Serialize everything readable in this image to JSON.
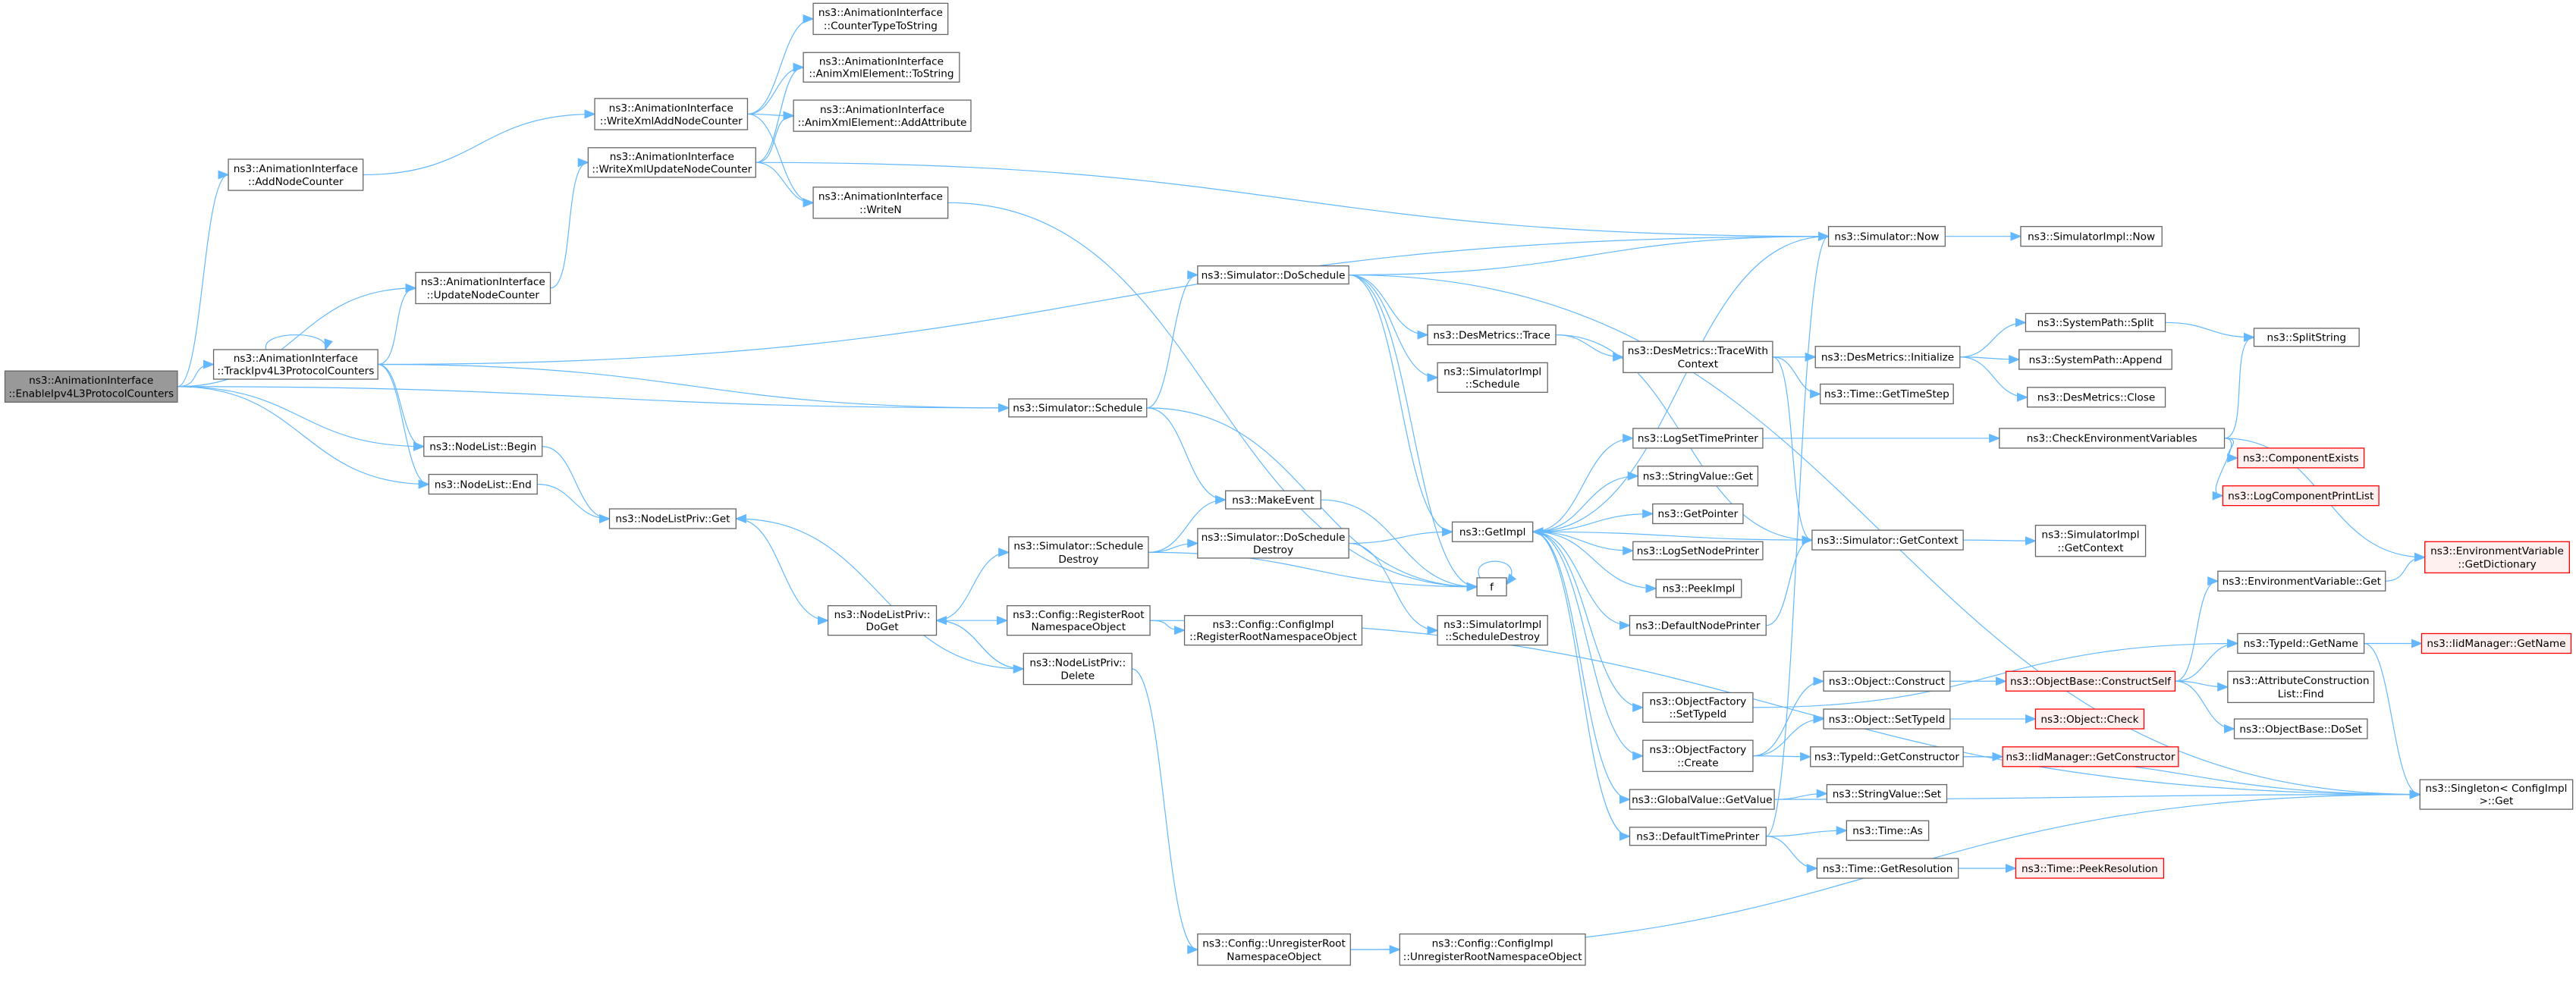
{
  "colors": {
    "edge": "#63b8ff",
    "root_fill": "#999999",
    "node_border": "#666666",
    "truncated_border": "#ff0000",
    "truncated_fill": "#fff0f0"
  },
  "graph": {
    "nodes": [
      {
        "id": "main",
        "lines": [
          "ns3::AnimationInterface",
          "::EnableIpv4L3ProtocolCounters"
        ],
        "style": "root"
      },
      {
        "id": "addNodeCounter",
        "lines": [
          "ns3::AnimationInterface",
          "::AddNodeCounter"
        ],
        "style": "normal"
      },
      {
        "id": "track",
        "lines": [
          "ns3::AnimationInterface",
          "::TrackIpv4L3ProtocolCounters"
        ],
        "style": "normal"
      },
      {
        "id": "updateNodeCounter",
        "lines": [
          "ns3::AnimationInterface",
          "::UpdateNodeCounter"
        ],
        "style": "normal"
      },
      {
        "id": "writeXmlAdd",
        "lines": [
          "ns3::AnimationInterface",
          "::WriteXmlAddNodeCounter"
        ],
        "style": "normal"
      },
      {
        "id": "writeXmlUpdate",
        "lines": [
          "ns3::AnimationInterface",
          "::WriteXmlUpdateNodeCounter"
        ],
        "style": "normal"
      },
      {
        "id": "counterTypeToString",
        "lines": [
          "ns3::AnimationInterface",
          "::CounterTypeToString"
        ],
        "style": "normal"
      },
      {
        "id": "animToString",
        "lines": [
          "ns3::AnimationInterface",
          "::AnimXmlElement::ToString"
        ],
        "style": "normal"
      },
      {
        "id": "addAttribute",
        "lines": [
          "ns3::AnimationInterface",
          "::AnimXmlElement::AddAttribute"
        ],
        "style": "normal"
      },
      {
        "id": "writeN",
        "lines": [
          "ns3::AnimationInterface",
          "::WriteN"
        ],
        "style": "normal"
      },
      {
        "id": "begin",
        "lines": [
          "ns3::NodeList::Begin"
        ],
        "style": "normal"
      },
      {
        "id": "end",
        "lines": [
          "ns3::NodeList::End"
        ],
        "style": "normal"
      },
      {
        "id": "nlpGet",
        "lines": [
          "ns3::NodeListPriv::Get"
        ],
        "style": "normal"
      },
      {
        "id": "schedule",
        "lines": [
          "ns3::Simulator::Schedule"
        ],
        "style": "normal"
      },
      {
        "id": "doGet",
        "lines": [
          "ns3::NodeListPriv::",
          "DoGet"
        ],
        "style": "normal"
      },
      {
        "id": "scheduleDestroy",
        "lines": [
          "ns3::Simulator::Schedule",
          "Destroy"
        ],
        "style": "normal"
      },
      {
        "id": "registerRoot",
        "lines": [
          "ns3::Config::RegisterRoot",
          "NamespaceObject"
        ],
        "style": "normal"
      },
      {
        "id": "deleteNode",
        "lines": [
          "ns3::NodeListPriv::",
          "Delete"
        ],
        "style": "normal"
      },
      {
        "id": "configImplRegister",
        "lines": [
          "ns3::Config::ConfigImpl",
          "::RegisterRootNamespaceObject"
        ],
        "style": "normal"
      },
      {
        "id": "unregisterRoot",
        "lines": [
          "ns3::Config::UnregisterRoot",
          "NamespaceObject"
        ],
        "style": "normal"
      },
      {
        "id": "configImplUnregister",
        "lines": [
          "ns3::Config::ConfigImpl",
          "::UnregisterRootNamespaceObject"
        ],
        "style": "normal"
      },
      {
        "id": "doSchedule",
        "lines": [
          "ns3::Simulator::DoSchedule"
        ],
        "style": "normal"
      },
      {
        "id": "desTrace",
        "lines": [
          "ns3::DesMetrics::Trace"
        ],
        "style": "normal"
      },
      {
        "id": "simImplSchedule",
        "lines": [
          "ns3::SimulatorImpl",
          "::Schedule"
        ],
        "style": "normal"
      },
      {
        "id": "makeEvent",
        "lines": [
          "ns3::MakeEvent"
        ],
        "style": "normal"
      },
      {
        "id": "doScheduleDestroy",
        "lines": [
          "ns3::Simulator::DoSchedule",
          "Destroy"
        ],
        "style": "normal"
      },
      {
        "id": "getImpl",
        "lines": [
          "ns3::GetImpl"
        ],
        "style": "normal"
      },
      {
        "id": "f",
        "lines": [
          "f"
        ],
        "style": "normal"
      },
      {
        "id": "simImplScheduleDestroy",
        "lines": [
          "ns3::SimulatorImpl",
          "::ScheduleDestroy"
        ],
        "style": "normal"
      },
      {
        "id": "now",
        "lines": [
          "ns3::Simulator::Now"
        ],
        "style": "normal"
      },
      {
        "id": "simImplNow",
        "lines": [
          "ns3::SimulatorImpl::Now"
        ],
        "style": "normal"
      },
      {
        "id": "traceWithContext",
        "lines": [
          "ns3::DesMetrics::TraceWith",
          "Context"
        ],
        "style": "normal"
      },
      {
        "id": "initialize",
        "lines": [
          "ns3::DesMetrics::Initialize"
        ],
        "style": "normal"
      },
      {
        "id": "getTimeStep",
        "lines": [
          "ns3::Time::GetTimeStep"
        ],
        "style": "normal"
      },
      {
        "id": "split",
        "lines": [
          "ns3::SystemPath::Split"
        ],
        "style": "normal"
      },
      {
        "id": "append",
        "lines": [
          "ns3::SystemPath::Append"
        ],
        "style": "normal"
      },
      {
        "id": "close",
        "lines": [
          "ns3::DesMetrics::Close"
        ],
        "style": "normal"
      },
      {
        "id": "splitString",
        "lines": [
          "ns3::SplitString"
        ],
        "style": "normal"
      },
      {
        "id": "logSetTimePrinter",
        "lines": [
          "ns3::LogSetTimePrinter"
        ],
        "style": "normal"
      },
      {
        "id": "stringValueGet",
        "lines": [
          "ns3::StringValue::Get"
        ],
        "style": "normal"
      },
      {
        "id": "getPointer",
        "lines": [
          "ns3::GetPointer"
        ],
        "style": "normal"
      },
      {
        "id": "logSetNodePrinter",
        "lines": [
          "ns3::LogSetNodePrinter"
        ],
        "style": "normal"
      },
      {
        "id": "peekImpl",
        "lines": [
          "ns3::PeekImpl"
        ],
        "style": "normal"
      },
      {
        "id": "defaultNodePrinter",
        "lines": [
          "ns3::DefaultNodePrinter"
        ],
        "style": "normal"
      },
      {
        "id": "checkEnv",
        "lines": [
          "ns3::CheckEnvironmentVariables"
        ],
        "style": "normal"
      },
      {
        "id": "componentExists",
        "lines": [
          "ns3::ComponentExists"
        ],
        "style": "truncated"
      },
      {
        "id": "logComponentPrintList",
        "lines": [
          "ns3::LogComponentPrintList"
        ],
        "style": "truncated"
      },
      {
        "id": "getContext",
        "lines": [
          "ns3::Simulator::GetContext"
        ],
        "style": "normal"
      },
      {
        "id": "simImplGetContext",
        "lines": [
          "ns3::SimulatorImpl",
          "::GetContext"
        ],
        "style": "normal"
      },
      {
        "id": "getDictionary",
        "lines": [
          "ns3::EnvironmentVariable",
          "::GetDictionary"
        ],
        "style": "truncated"
      },
      {
        "id": "envGet",
        "lines": [
          "ns3::EnvironmentVariable::Get"
        ],
        "style": "normal"
      },
      {
        "id": "typeIdGetName",
        "lines": [
          "ns3::TypeId::GetName"
        ],
        "style": "normal"
      },
      {
        "id": "iidGetName",
        "lines": [
          "ns3::IidManager::GetName"
        ],
        "style": "truncated"
      },
      {
        "id": "objectConstruct",
        "lines": [
          "ns3::Object::Construct"
        ],
        "style": "normal"
      },
      {
        "id": "constructSelf",
        "lines": [
          "ns3::ObjectBase::ConstructSelf"
        ],
        "style": "truncated"
      },
      {
        "id": "attrFind",
        "lines": [
          "ns3::AttributeConstruction",
          "List::Find"
        ],
        "style": "normal"
      },
      {
        "id": "doSet",
        "lines": [
          "ns3::ObjectBase::DoSet"
        ],
        "style": "normal"
      },
      {
        "id": "ofSetTypeId",
        "lines": [
          "ns3::ObjectFactory",
          "::SetTypeId"
        ],
        "style": "normal"
      },
      {
        "id": "objectSetTypeId",
        "lines": [
          "ns3::Object::SetTypeId"
        ],
        "style": "normal"
      },
      {
        "id": "objectCheck",
        "lines": [
          "ns3::Object::Check"
        ],
        "style": "truncated"
      },
      {
        "id": "ofCreate",
        "lines": [
          "ns3::ObjectFactory",
          "::Create"
        ],
        "style": "normal"
      },
      {
        "id": "getConstructor",
        "lines": [
          "ns3::TypeId::GetConstructor"
        ],
        "style": "normal"
      },
      {
        "id": "iidGetConstructor",
        "lines": [
          "ns3::IidManager::GetConstructor"
        ],
        "style": "truncated"
      },
      {
        "id": "globalGetValue",
        "lines": [
          "ns3::GlobalValue::GetValue"
        ],
        "style": "normal"
      },
      {
        "id": "stringValueSet",
        "lines": [
          "ns3::StringValue::Set"
        ],
        "style": "normal"
      },
      {
        "id": "defaultTimePrinter",
        "lines": [
          "ns3::DefaultTimePrinter"
        ],
        "style": "normal"
      },
      {
        "id": "timeAs",
        "lines": [
          "ns3::Time::As"
        ],
        "style": "normal"
      },
      {
        "id": "getResolution",
        "lines": [
          "ns3::Time::GetResolution"
        ],
        "style": "normal"
      },
      {
        "id": "peekResolution",
        "lines": [
          "ns3::Time::PeekResolution"
        ],
        "style": "truncated"
      },
      {
        "id": "singletonGet",
        "lines": [
          "ns3::Singleton< ConfigImpl",
          "&gt;::Get"
        ],
        "style": "normal"
      }
    ],
    "edges": [
      [
        "main",
        "addNodeCounter"
      ],
      [
        "main",
        "updateNodeCounter"
      ],
      [
        "main",
        "track"
      ],
      [
        "main",
        "schedule"
      ],
      [
        "main",
        "begin"
      ],
      [
        "main",
        "end"
      ],
      [
        "track",
        "track"
      ],
      [
        "track",
        "updateNodeCounter"
      ],
      [
        "track",
        "now"
      ],
      [
        "track",
        "schedule"
      ],
      [
        "track",
        "begin"
      ],
      [
        "track",
        "end"
      ],
      [
        "addNodeCounter",
        "writeXmlAdd"
      ],
      [
        "updateNodeCounter",
        "writeXmlUpdate"
      ],
      [
        "writeXmlAdd",
        "counterTypeToString"
      ],
      [
        "writeXmlAdd",
        "animToString"
      ],
      [
        "writeXmlAdd",
        "addAttribute"
      ],
      [
        "writeXmlAdd",
        "writeN"
      ],
      [
        "writeXmlUpdate",
        "animToString"
      ],
      [
        "writeXmlUpdate",
        "addAttribute"
      ],
      [
        "writeXmlUpdate",
        "writeN"
      ],
      [
        "writeXmlUpdate",
        "now"
      ],
      [
        "writeN",
        "f"
      ],
      [
        "begin",
        "nlpGet"
      ],
      [
        "end",
        "nlpGet"
      ],
      [
        "nlpGet",
        "doGet"
      ],
      [
        "doGet",
        "scheduleDestroy"
      ],
      [
        "doGet",
        "registerRoot"
      ],
      [
        "doGet",
        "deleteNode"
      ],
      [
        "deleteNode",
        "doGet"
      ],
      [
        "deleteNode",
        "nlpGet"
      ],
      [
        "deleteNode",
        "unregisterRoot"
      ],
      [
        "registerRoot",
        "configImplRegister"
      ],
      [
        "registerRoot",
        "singletonGet"
      ],
      [
        "unregisterRoot",
        "configImplUnregister"
      ],
      [
        "unregisterRoot",
        "singletonGet"
      ],
      [
        "schedule",
        "doSchedule"
      ],
      [
        "schedule",
        "makeEvent"
      ],
      [
        "schedule",
        "f"
      ],
      [
        "scheduleDestroy",
        "makeEvent"
      ],
      [
        "scheduleDestroy",
        "doScheduleDestroy"
      ],
      [
        "scheduleDestroy",
        "f"
      ],
      [
        "makeEvent",
        "f"
      ],
      [
        "f",
        "f"
      ],
      [
        "doSchedule",
        "now"
      ],
      [
        "doSchedule",
        "desTrace"
      ],
      [
        "doSchedule",
        "simImplSchedule"
      ],
      [
        "doSchedule",
        "getImpl"
      ],
      [
        "doSchedule",
        "singletonGet"
      ],
      [
        "doSchedule",
        "f"
      ],
      [
        "doScheduleDestroy",
        "getImpl"
      ],
      [
        "doScheduleDestroy",
        "simImplScheduleDestroy"
      ],
      [
        "desTrace",
        "traceWithContext"
      ],
      [
        "desTrace",
        "getContext"
      ],
      [
        "traceWithContext",
        "initialize"
      ],
      [
        "traceWithContext",
        "getTimeStep"
      ],
      [
        "traceWithContext",
        "getContext"
      ],
      [
        "initialize",
        "split"
      ],
      [
        "initialize",
        "append"
      ],
      [
        "initialize",
        "close"
      ],
      [
        "split",
        "splitString"
      ],
      [
        "now",
        "getImpl"
      ],
      [
        "now",
        "simImplNow"
      ],
      [
        "getImpl",
        "logSetTimePrinter"
      ],
      [
        "getImpl",
        "stringValueGet"
      ],
      [
        "getImpl",
        "getPointer"
      ],
      [
        "getImpl",
        "logSetNodePrinter"
      ],
      [
        "getImpl",
        "peekImpl"
      ],
      [
        "getImpl",
        "defaultNodePrinter"
      ],
      [
        "getImpl",
        "ofSetTypeId"
      ],
      [
        "getImpl",
        "ofCreate"
      ],
      [
        "getImpl",
        "globalGetValue"
      ],
      [
        "getImpl",
        "defaultTimePrinter"
      ],
      [
        "getContext",
        "getImpl"
      ],
      [
        "getContext",
        "simImplGetContext"
      ],
      [
        "defaultNodePrinter",
        "getContext"
      ],
      [
        "logSetTimePrinter",
        "checkEnv"
      ],
      [
        "checkEnv",
        "splitString"
      ],
      [
        "checkEnv",
        "componentExists"
      ],
      [
        "checkEnv",
        "logComponentPrintList"
      ],
      [
        "checkEnv",
        "getDictionary"
      ],
      [
        "envGet",
        "getDictionary"
      ],
      [
        "typeIdGetName",
        "iidGetName"
      ],
      [
        "typeIdGetName",
        "singletonGet"
      ],
      [
        "constructSelf",
        "envGet"
      ],
      [
        "constructSelf",
        "typeIdGetName"
      ],
      [
        "constructSelf",
        "attrFind"
      ],
      [
        "constructSelf",
        "doSet"
      ],
      [
        "objectConstruct",
        "constructSelf"
      ],
      [
        "ofSetTypeId",
        "typeIdGetName"
      ],
      [
        "objectSetTypeId",
        "objectCheck"
      ],
      [
        "ofCreate",
        "objectConstruct"
      ],
      [
        "ofCreate",
        "objectSetTypeId"
      ],
      [
        "ofCreate",
        "getConstructor"
      ],
      [
        "getConstructor",
        "iidGetConstructor"
      ],
      [
        "getConstructor",
        "singletonGet"
      ],
      [
        "globalGetValue",
        "stringValueSet"
      ],
      [
        "globalGetValue",
        "singletonGet"
      ],
      [
        "defaultTimePrinter",
        "now"
      ],
      [
        "defaultTimePrinter",
        "timeAs"
      ],
      [
        "defaultTimePrinter",
        "getResolution"
      ],
      [
        "getResolution",
        "peekResolution"
      ]
    ]
  }
}
